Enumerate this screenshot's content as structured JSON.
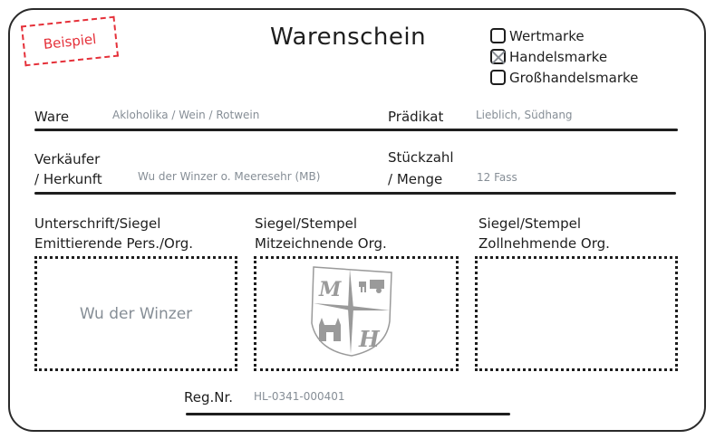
{
  "stamp": {
    "label": "Beispiel",
    "color": "#e5313a"
  },
  "header": {
    "title": "Warenschein"
  },
  "mark_type": {
    "options": [
      {
        "label": "Wertmarke",
        "checked": false
      },
      {
        "label": "Handelsmarke",
        "checked": true
      },
      {
        "label": "Großhandelsmarke",
        "checked": false
      }
    ]
  },
  "fields": {
    "ware": {
      "label": "Ware",
      "value": "Akloholika / Wein / Rotwein"
    },
    "praedikat": {
      "label": "Prädikat",
      "value": "Lieblich, Südhang"
    },
    "verkaeufer": {
      "label_line1": "Verkäufer",
      "label_line2": "/ Herkunft",
      "value": "Wu der Winzer o. Meeresehr (MB)"
    },
    "stueckzahl": {
      "label_line1": "Stückzahl",
      "label_line2": "/ Menge",
      "value": "12 Fass"
    }
  },
  "signatures": [
    {
      "title_line1": "Unterschrift/Siegel",
      "title_line2": "Emittierende Pers./Org.",
      "content": "Wu der Winzer"
    },
    {
      "title_line1": "Siegel/Stempel",
      "title_line2": "Mitzeichnende Org.",
      "content": "coat-of-arms-seal",
      "seal_letters": [
        "M",
        "H"
      ]
    },
    {
      "title_line1": "Siegel/Stempel",
      "title_line2": "Zollnehmende Org.",
      "content": ""
    }
  ],
  "registration": {
    "label": "Reg.Nr.",
    "value": "HL-0341-000401"
  }
}
